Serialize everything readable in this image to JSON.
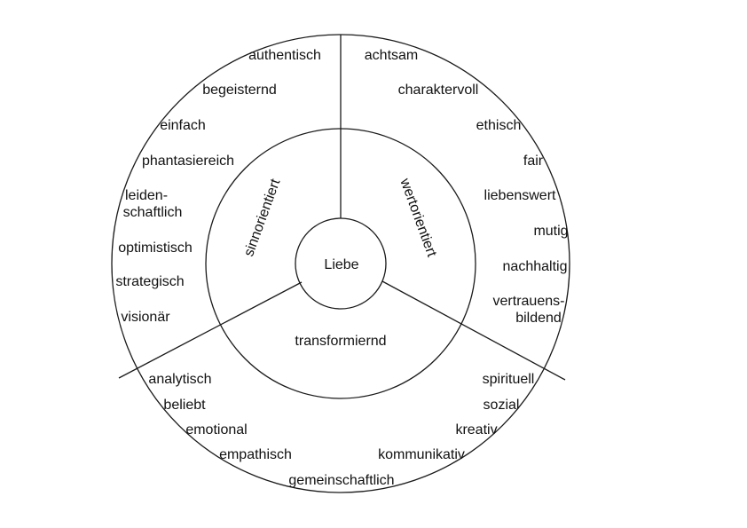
{
  "center": {
    "label": "Liebe"
  },
  "segments": {
    "left": "sinnorientiert",
    "right": "wertorientiert",
    "bottom": "transformiernd"
  },
  "outer": {
    "top_left": [
      "authentisch",
      "begeisternd",
      "einfach",
      "phantasiereich",
      "leiden-",
      "schaftlich",
      "optimistisch",
      "strategisch",
      "visionär"
    ],
    "top_right": [
      "achtsam",
      "charaktervoll",
      "ethisch",
      "fair",
      "liebenswert",
      "mutig",
      "nachhaltig",
      "vertrauens-",
      "bildend"
    ],
    "bottom_left": [
      "analytisch",
      "beliebt",
      "emotional",
      "empathisch",
      "gemeinschaftlich"
    ],
    "bottom_right": [
      "spirituell",
      "sozial",
      "kreativ",
      "kommunikativ"
    ]
  },
  "colors": {
    "stroke": "#1a1a1a",
    "text": "#111111",
    "background": "#ffffff"
  }
}
